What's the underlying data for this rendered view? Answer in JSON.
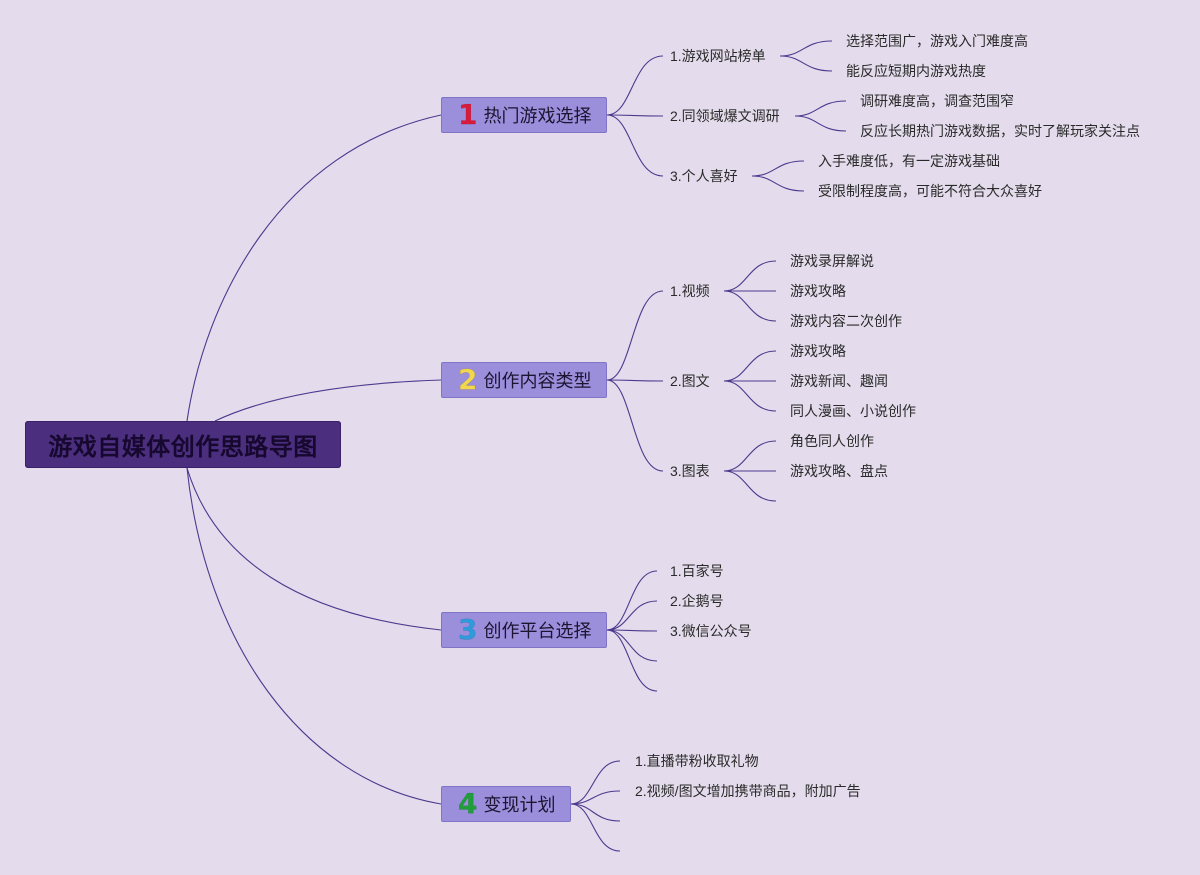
{
  "title": "游戏自媒体创作思路导图",
  "colors": {
    "background": "#e4dcec",
    "line": "#4b3a8e",
    "root": "#4b2e7e",
    "branch": "#9b8fdc"
  },
  "branches": [
    {
      "number": "1",
      "number_color": "#d81b3c",
      "label": "热门游戏选择",
      "items": [
        {
          "label": "1.游戏网站榜单",
          "details": [
            "选择范围广，游戏入门难度高",
            "能反应短期内游戏热度"
          ]
        },
        {
          "label": "2.同领域爆文调研",
          "details": [
            "调研难度高，调查范围窄",
            "反应长期热门游戏数据，实时了解玩家关注点"
          ]
        },
        {
          "label": "3.个人喜好",
          "details": [
            "入手难度低，有一定游戏基础",
            "受限制程度高，可能不符合大众喜好"
          ]
        }
      ]
    },
    {
      "number": "2",
      "number_color": "#f2d64b",
      "label": "创作内容类型",
      "items": [
        {
          "label": "1.视频",
          "details": [
            "游戏录屏解说",
            "游戏攻略",
            "游戏内容二次创作"
          ]
        },
        {
          "label": "2.图文",
          "details": [
            "游戏攻略",
            "游戏新闻、趣闻",
            "同人漫画、小说创作"
          ]
        },
        {
          "label": "3.图表",
          "details": [
            "角色同人创作",
            "游戏攻略、盘点",
            ""
          ]
        }
      ]
    },
    {
      "number": "3",
      "number_color": "#2f9bdc",
      "label": "创作平台选择",
      "items": [
        {
          "label": "1.百家号"
        },
        {
          "label": "2.企鹅号"
        },
        {
          "label": "3.微信公众号"
        },
        {
          "label": ""
        },
        {
          "label": ""
        }
      ]
    },
    {
      "number": "4",
      "number_color": "#1f9e3a",
      "label": "变现计划",
      "items": [
        {
          "label": "1.直播带粉收取礼物"
        },
        {
          "label": "2.视频/图文增加携带商品，附加广告"
        },
        {
          "label": ""
        },
        {
          "label": ""
        }
      ]
    }
  ]
}
